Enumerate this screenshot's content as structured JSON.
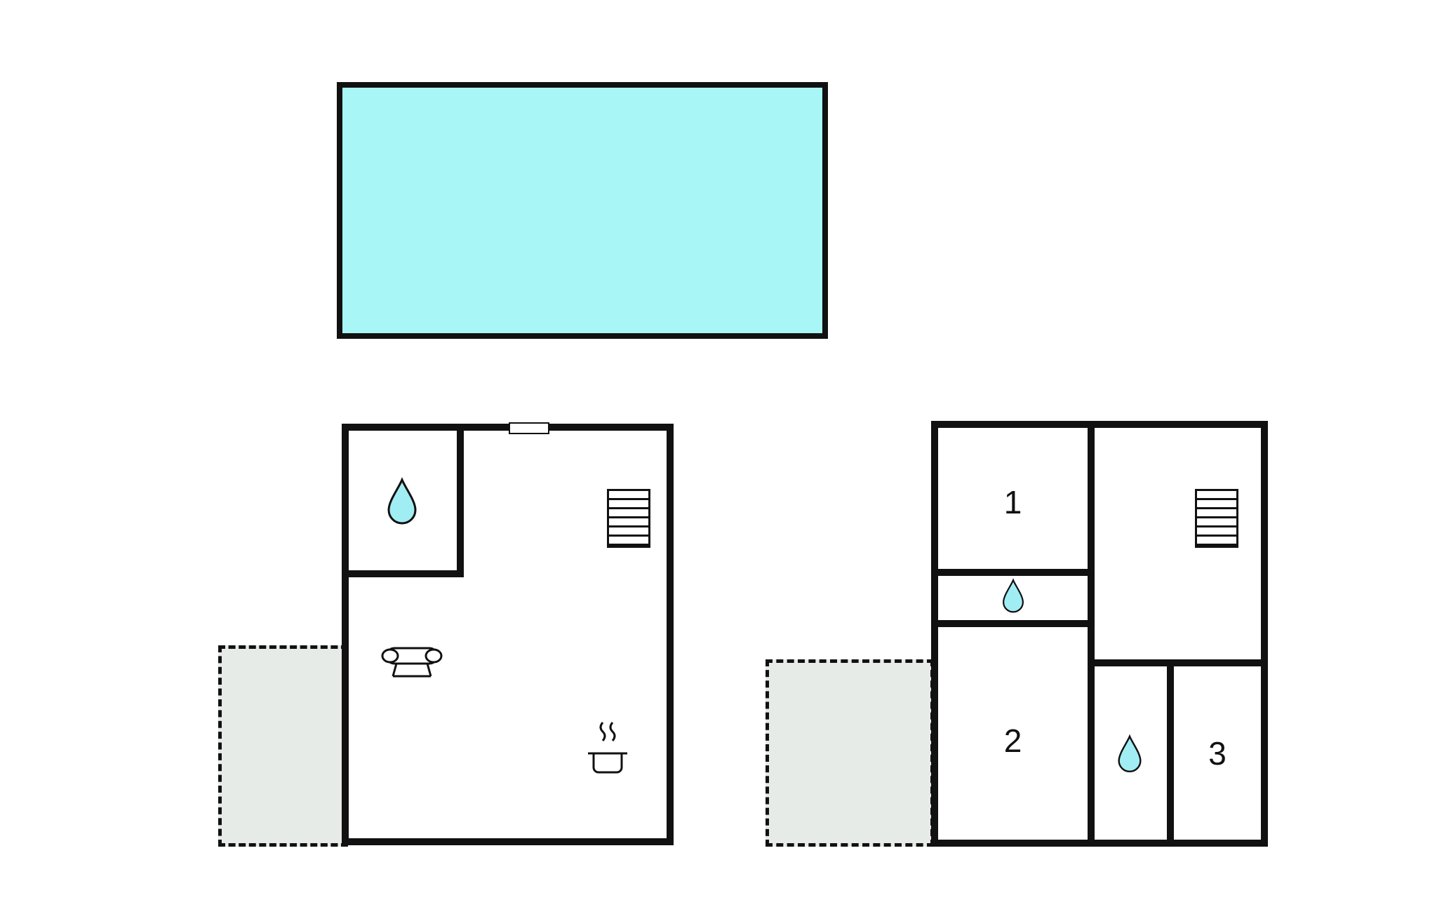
{
  "diagram_type": "floor-plan",
  "colors": {
    "pool": "#a9f6f7",
    "terrace": "#e6ebe8",
    "wall": "#111111",
    "water": "#a0eef4",
    "background": "#ffffff"
  },
  "pool": {
    "icon": "swimming-pool"
  },
  "ground_floor": {
    "terrace_icon": "dashed-terrace",
    "icons": [
      "water-drop-icon",
      "stairs-icon",
      "sofa-icon",
      "cooking-pot-icon"
    ]
  },
  "upper_floor": {
    "terrace_icon": "dashed-terrace",
    "rooms": [
      {
        "label": "1"
      },
      {
        "label": "2"
      },
      {
        "label": "3"
      }
    ],
    "icons": [
      "stairs-icon",
      "water-drop-icon",
      "water-drop-icon"
    ]
  }
}
